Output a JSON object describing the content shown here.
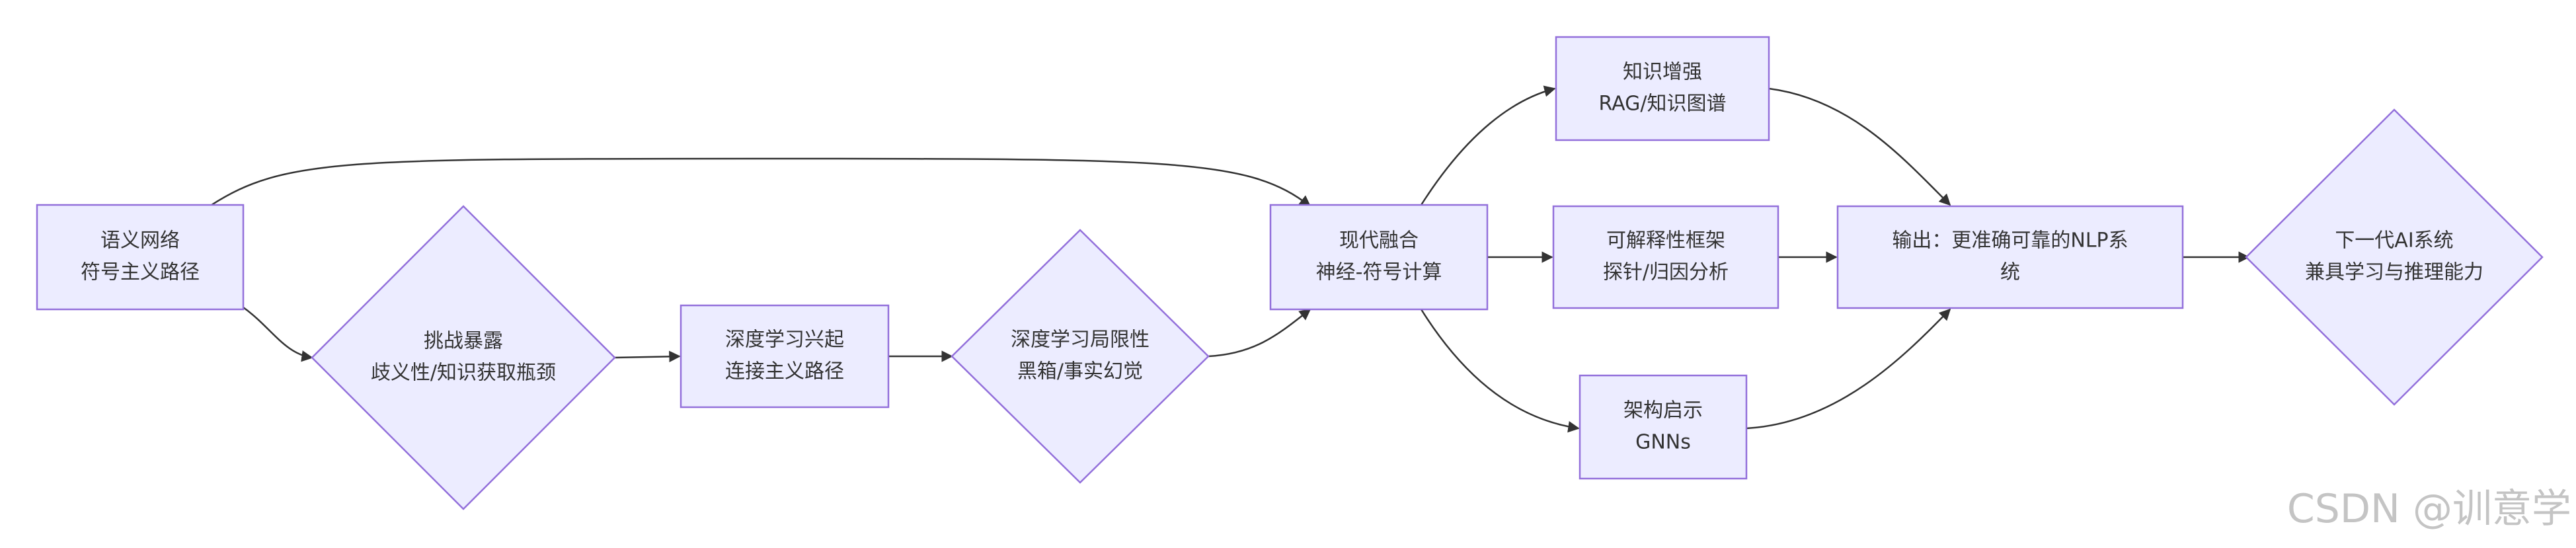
{
  "diagram": {
    "nodes": [
      {
        "id": "n1",
        "line1": "语义网络",
        "line2": "符号主义路径"
      },
      {
        "id": "n2",
        "line1": "挑战暴露",
        "line2": "歧义性/知识获取瓶颈"
      },
      {
        "id": "n3",
        "line1": "深度学习兴起",
        "line2": "连接主义路径"
      },
      {
        "id": "n4",
        "line1": "深度学习局限性",
        "line2": "黑箱/事实幻觉"
      },
      {
        "id": "n5",
        "line1": "现代融合",
        "line2": "神经-符号计算"
      },
      {
        "id": "n6",
        "line1": "知识增强",
        "line2": "RAG/知识图谱"
      },
      {
        "id": "n7",
        "line1": "可解释性框架",
        "line2": "探针/归因分析"
      },
      {
        "id": "n8",
        "line1": "架构启示",
        "line2": "GNNs"
      },
      {
        "id": "n9",
        "line1": "输出：更准确可靠的NLP系",
        "line2": "统"
      },
      {
        "id": "n10",
        "line1": "下一代AI系统",
        "line2": "兼具学习与推理能力"
      }
    ],
    "edges": [
      {
        "from": "n1",
        "to": "n2"
      },
      {
        "from": "n2",
        "to": "n3"
      },
      {
        "from": "n3",
        "to": "n4"
      },
      {
        "from": "n4",
        "to": "n5"
      },
      {
        "from": "n1",
        "to": "n5"
      },
      {
        "from": "n5",
        "to": "n6"
      },
      {
        "from": "n5",
        "to": "n7"
      },
      {
        "from": "n5",
        "to": "n8"
      },
      {
        "from": "n6",
        "to": "n9"
      },
      {
        "from": "n7",
        "to": "n9"
      },
      {
        "from": "n8",
        "to": "n9"
      },
      {
        "from": "n9",
        "to": "n10"
      }
    ]
  },
  "watermark": "CSDN @训意学",
  "colors": {
    "node_fill": "#ECECFF",
    "node_stroke": "#9370DB",
    "edge": "#333333",
    "text": "#333333",
    "watermark": "#c4c4c4"
  }
}
